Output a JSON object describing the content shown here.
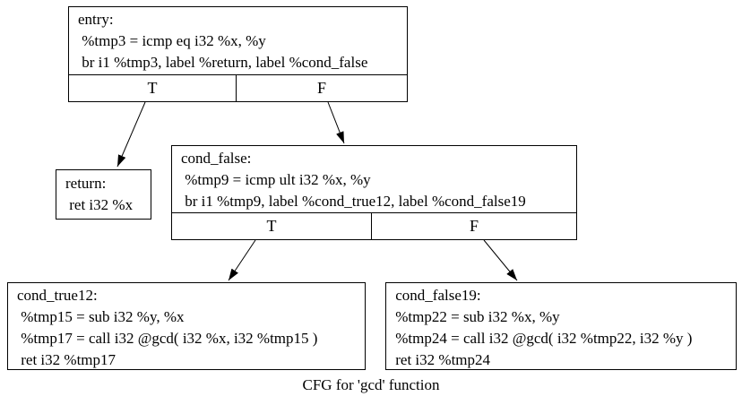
{
  "diagram": {
    "caption": "CFG for 'gcd' function",
    "colors": {
      "background": "#ffffff",
      "node_border": "#000000",
      "text": "#000000",
      "edge": "#000000"
    },
    "nodes": [
      {
        "id": "entry",
        "lines": [
          "entry:",
          " %tmp3 = icmp eq i32 %x, %y",
          " br i1 %tmp3, label %return, label %cond_false"
        ],
        "ports": [
          "T",
          "F"
        ]
      },
      {
        "id": "return",
        "lines": [
          "return:",
          " ret i32 %x"
        ],
        "ports": []
      },
      {
        "id": "cond_false",
        "lines": [
          "cond_false:",
          " %tmp9 = icmp ult i32 %x, %y",
          " br i1 %tmp9, label %cond_true12, label %cond_false19"
        ],
        "ports": [
          "T",
          "F"
        ]
      },
      {
        "id": "cond_true12",
        "lines": [
          "cond_true12:",
          " %tmp15 = sub i32 %y, %x",
          " %tmp17 = call i32 @gcd( i32 %x, i32 %tmp15 )",
          " ret i32 %tmp17"
        ],
        "ports": []
      },
      {
        "id": "cond_false19",
        "lines": [
          " cond_false19:",
          " %tmp22 = sub i32 %x, %y",
          " %tmp24 = call i32 @gcd( i32 %tmp22, i32 %y )",
          " ret i32 %tmp24"
        ],
        "ports": []
      }
    ],
    "edges": [
      {
        "from": "entry:T",
        "to": "return"
      },
      {
        "from": "entry:F",
        "to": "cond_false"
      },
      {
        "from": "cond_false:T",
        "to": "cond_true12"
      },
      {
        "from": "cond_false:F",
        "to": "cond_false19"
      }
    ]
  }
}
